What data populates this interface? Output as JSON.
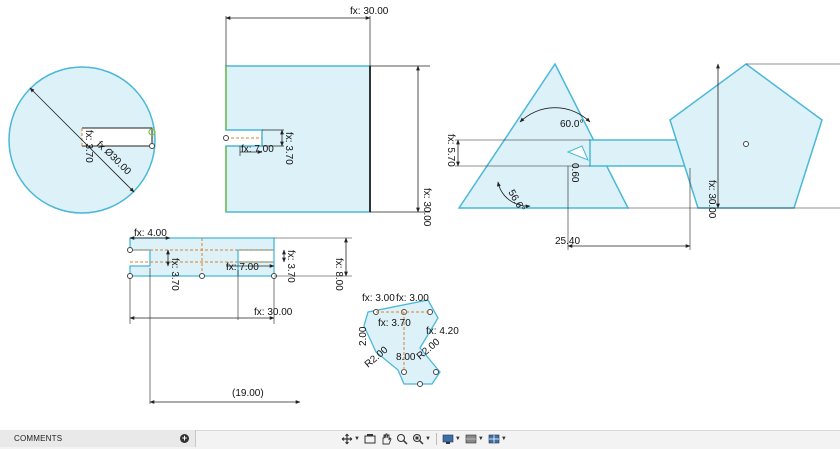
{
  "window": {
    "width": 840,
    "height": 448
  },
  "colors": {
    "sketch_fill": "#ddf1f8",
    "sketch_line": "#4ab8d8",
    "dim_line": "#222222",
    "constraint": "#e07f2a",
    "fixed_line": "#7bbf4a"
  },
  "dimensions": {
    "circle_diameter": "Ø30.00",
    "circle_fx": "fx",
    "circle_slot_depth": "fx: 3.70",
    "square_width": "fx: 30.00",
    "square_height": "fx: 30.00",
    "square_slot_depth": "fx: 7.00",
    "square_slot_width": "fx: 3.70",
    "tri_angle_top": "60.0°",
    "tri_offset": "fx: 5.70",
    "tri_angle_bottom": "56.6°",
    "tri_slot": "0.60",
    "tri_horizontal": "25.40",
    "pent_height": "fx: 30.00",
    "bar_width": "fx: 4.00",
    "bar_slot_depth": "fx: 7.00",
    "bar_slot_width": "fx: 3.70",
    "bar_slot_width_right": "fx: 3.70",
    "bar_length": "fx: 30.00",
    "bar_height": "fx: 8.00",
    "bar_ref": "(19.00)",
    "link_a": "fx: 3.00",
    "link_b": "fx: 3.00",
    "link_c": "fx: 3.70",
    "link_d": "fx: 4.20",
    "link_r1": "R2.00",
    "link_r2": "R2.00",
    "link_e": "8.00",
    "link_f": "2.00"
  },
  "statusbar": {
    "comments_label": "COMMENTS",
    "add_icon": "plus-circle-icon"
  },
  "toolbar": {
    "tools": [
      {
        "name": "orbit-tool",
        "icon": "orbit-icon"
      },
      {
        "name": "look-at-tool",
        "icon": "look-at-icon"
      },
      {
        "name": "pan-tool",
        "icon": "hand-icon"
      },
      {
        "name": "zoom-tool",
        "icon": "zoom-icon"
      },
      {
        "name": "zoom-window-tool",
        "icon": "zoom-window-icon"
      },
      {
        "name": "display-settings-tool",
        "icon": "monitor-icon"
      },
      {
        "name": "grid-settings-tool",
        "icon": "grid-icon"
      },
      {
        "name": "viewports-tool",
        "icon": "viewports-icon"
      }
    ]
  }
}
